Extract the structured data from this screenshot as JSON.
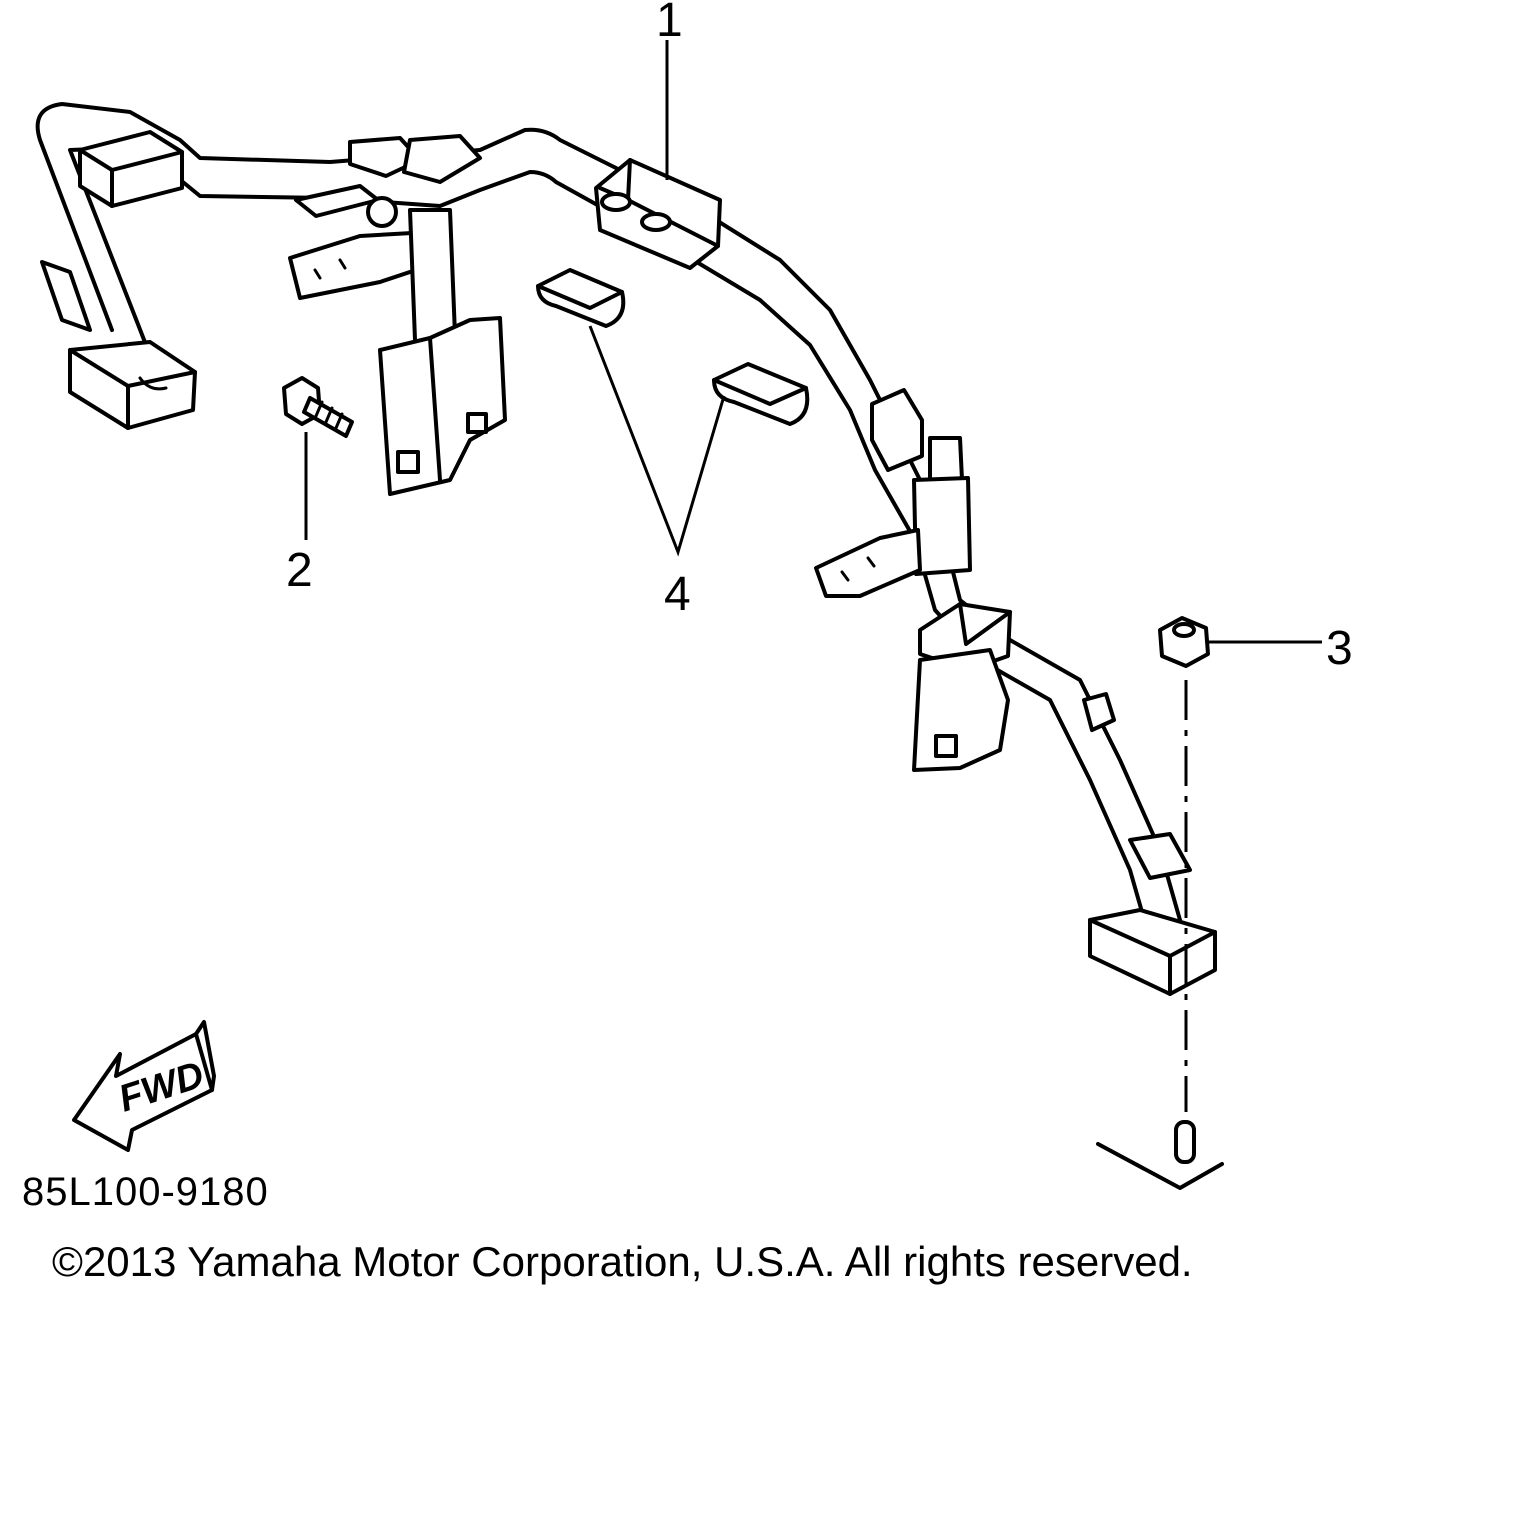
{
  "diagram": {
    "callouts": [
      "1",
      "2",
      "3",
      "4"
    ],
    "direction_label": "FWD",
    "part_code": "85L100-9180",
    "copyright": "©2013 Yamaha Motor Corporation, U.S.A. All rights reserved."
  },
  "colors": {
    "line": "#000000",
    "background": "#ffffff"
  }
}
